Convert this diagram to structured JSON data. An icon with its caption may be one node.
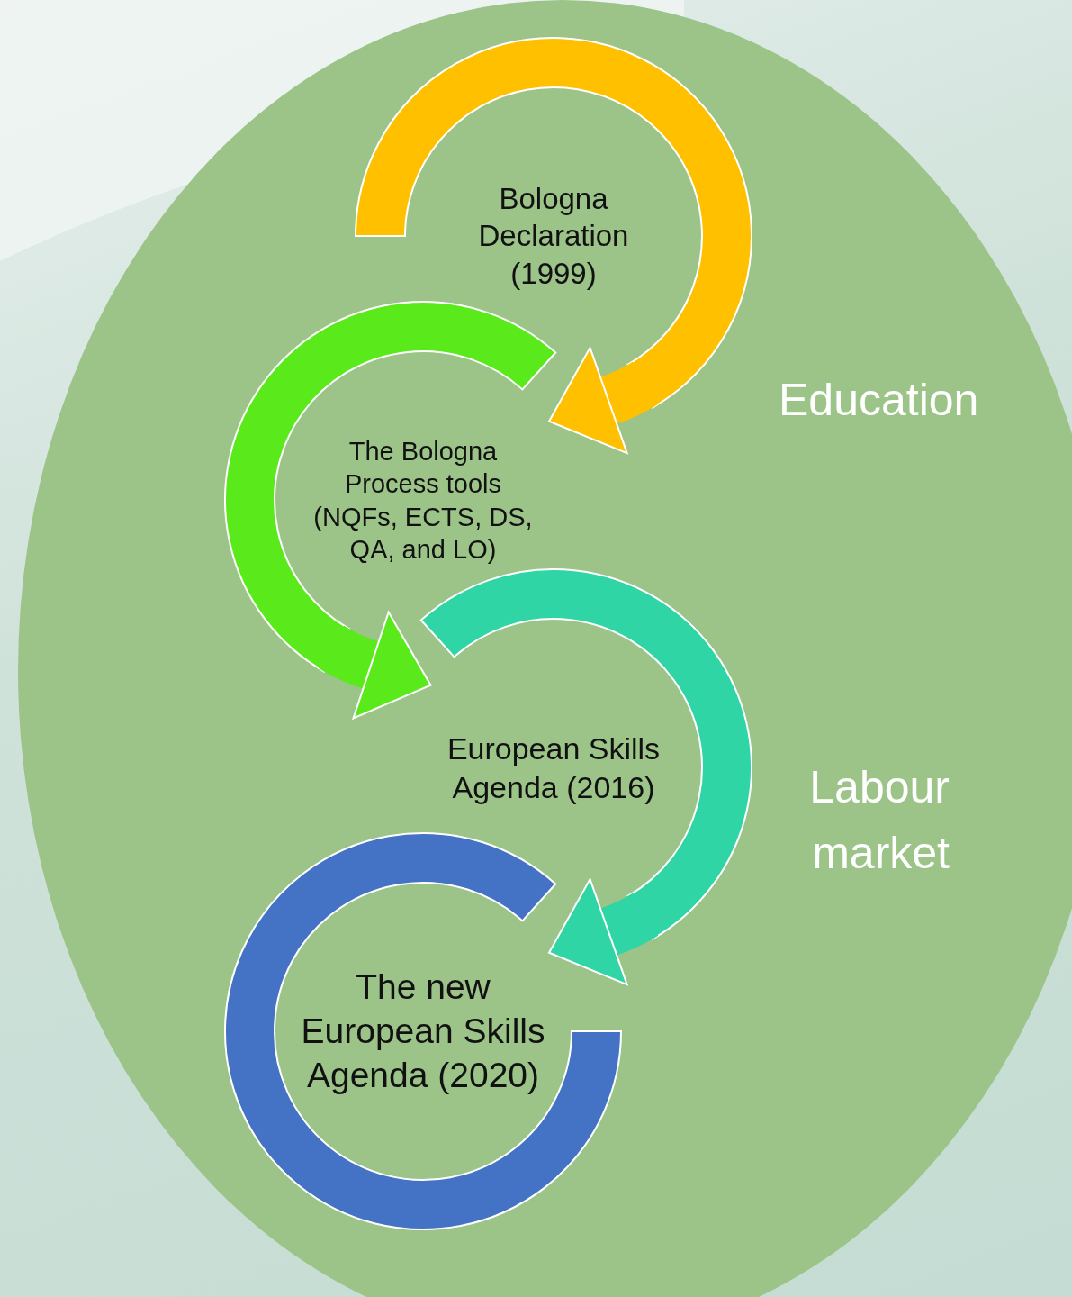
{
  "diagram": {
    "nodes": [
      {
        "text": [
          "Bologna Declaration (1999)"
        ]
      },
      {
        "text": [
          "The Bologna Process tools (NQFs, ECTS, DS, QA, and LO)"
        ]
      },
      {
        "text": [
          "European Skills Agenda (2016)"
        ]
      },
      {
        "text": [
          "The new European Skills Agenda (2020)"
        ]
      }
    ],
    "edges": [
      {
        "from": 0,
        "to": 1,
        "arrow": "to",
        "color": "#ffc000"
      },
      {
        "from": 1,
        "to": 2,
        "arrow": "to",
        "color": "#5aea1c"
      },
      {
        "from": 2,
        "to": 3,
        "arrow": "to",
        "color": "#30d5a5"
      }
    ],
    "labels": [
      "Education",
      "Labour market"
    ]
  }
}
